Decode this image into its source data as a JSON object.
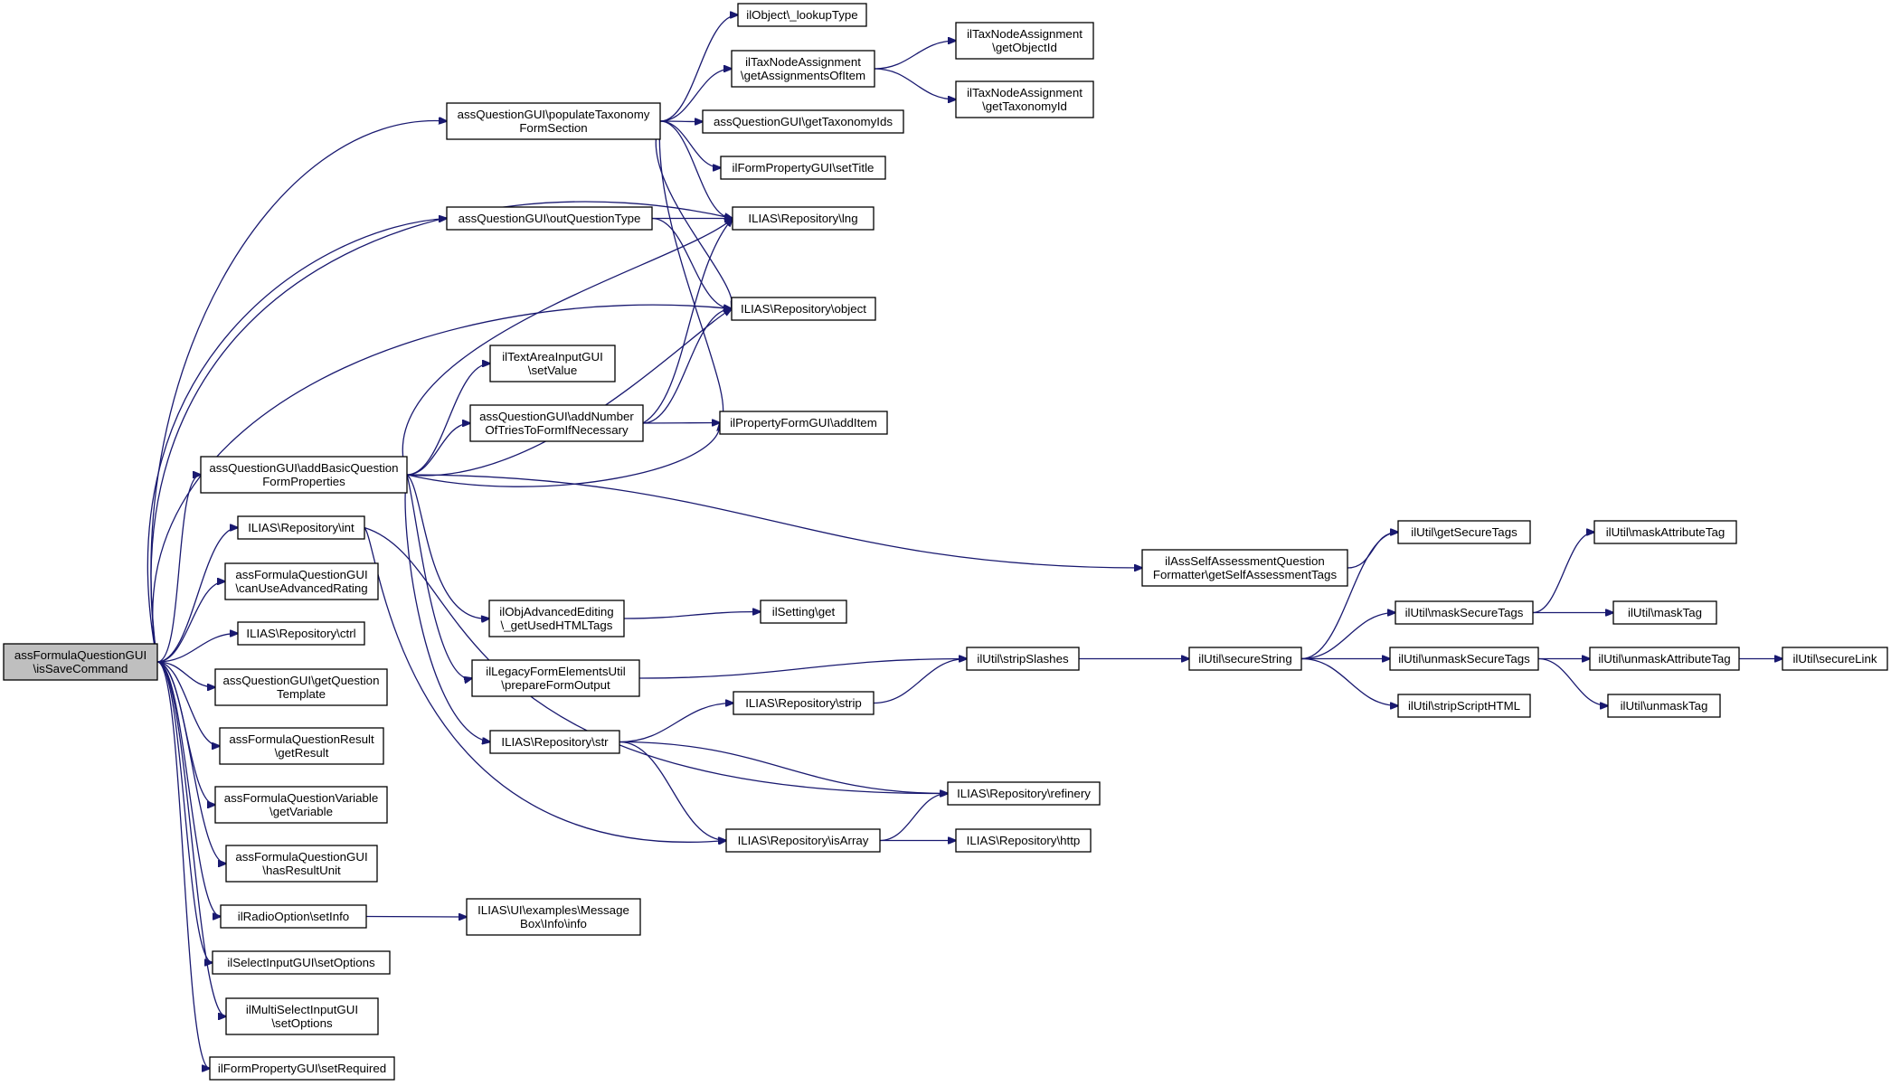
{
  "colors": {
    "edge": "#191970",
    "node_border": "#000000",
    "root_fill": "#bfbfbf",
    "node_fill": "#ffffff"
  },
  "nodes": [
    {
      "id": "root",
      "lines": [
        "assFormulaQuestionGUI",
        "\\isSaveCommand"
      ]
    },
    {
      "id": "populateTax",
      "lines": [
        "assQuestionGUI\\populateTaxonomy",
        "FormSection"
      ]
    },
    {
      "id": "outQType",
      "lines": [
        "assQuestionGUI\\outQuestionType"
      ]
    },
    {
      "id": "addBasic",
      "lines": [
        "assQuestionGUI\\addBasicQuestion",
        "FormProperties"
      ]
    },
    {
      "id": "intN",
      "lines": [
        "ILIAS\\Repository\\int"
      ]
    },
    {
      "id": "canUse",
      "lines": [
        "assFormulaQuestionGUI",
        "\\canUseAdvancedRating"
      ]
    },
    {
      "id": "ctrl",
      "lines": [
        "ILIAS\\Repository\\ctrl"
      ]
    },
    {
      "id": "getQT",
      "lines": [
        "assQuestionGUI\\getQuestion",
        "Template"
      ]
    },
    {
      "id": "getResult",
      "lines": [
        "assFormulaQuestionResult",
        "\\getResult"
      ]
    },
    {
      "id": "getVar",
      "lines": [
        "assFormulaQuestionVariable",
        "\\getVariable"
      ]
    },
    {
      "id": "hasRU",
      "lines": [
        "assFormulaQuestionGUI",
        "\\hasResultUnit"
      ]
    },
    {
      "id": "radioInfo",
      "lines": [
        "ilRadioOption\\setInfo"
      ]
    },
    {
      "id": "selOpt",
      "lines": [
        "ilSelectInputGUI\\setOptions"
      ]
    },
    {
      "id": "mselOpt",
      "lines": [
        "ilMultiSelectInputGUI",
        "\\setOptions"
      ]
    },
    {
      "id": "setReq",
      "lines": [
        "ilFormPropertyGUI\\setRequired"
      ]
    },
    {
      "id": "lookup",
      "lines": [
        "ilObject\\_lookupType"
      ]
    },
    {
      "id": "getAssign",
      "lines": [
        "ilTaxNodeAssignment",
        "\\getAssignmentsOfItem"
      ]
    },
    {
      "id": "getTaxIds",
      "lines": [
        "assQuestionGUI\\getTaxonomyIds"
      ]
    },
    {
      "id": "setTitle",
      "lines": [
        "ilFormPropertyGUI\\setTitle"
      ]
    },
    {
      "id": "lng",
      "lines": [
        "ILIAS\\Repository\\lng"
      ]
    },
    {
      "id": "object",
      "lines": [
        "ILIAS\\Repository\\object"
      ]
    },
    {
      "id": "taSet",
      "lines": [
        "ilTextAreaInputGUI",
        "\\setValue"
      ]
    },
    {
      "id": "addNum",
      "lines": [
        "assQuestionGUI\\addNumber",
        "OfTriesToFormIfNecessary"
      ]
    },
    {
      "id": "addItem",
      "lines": [
        "ilPropertyFormGUI\\addItem"
      ]
    },
    {
      "id": "getObjId",
      "lines": [
        "ilTaxNodeAssignment",
        "\\getObjectId"
      ]
    },
    {
      "id": "getTaxId",
      "lines": [
        "ilTaxNodeAssignment",
        "\\getTaxonomyId"
      ]
    },
    {
      "id": "selfAssess",
      "lines": [
        "ilAssSelfAssessmentQuestion",
        "Formatter\\getSelfAssessmentTags"
      ]
    },
    {
      "id": "objAdv",
      "lines": [
        "ilObjAdvancedEditing",
        "\\_getUsedHTMLTags"
      ]
    },
    {
      "id": "settingGet",
      "lines": [
        "ilSetting\\get"
      ]
    },
    {
      "id": "legacy",
      "lines": [
        "ilLegacyFormElementsUtil",
        "\\prepareFormOutput"
      ]
    },
    {
      "id": "strip",
      "lines": [
        "ILIAS\\Repository\\strip"
      ]
    },
    {
      "id": "str",
      "lines": [
        "ILIAS\\Repository\\str"
      ]
    },
    {
      "id": "stripSlashes",
      "lines": [
        "ilUtil\\stripSlashes"
      ]
    },
    {
      "id": "secureString",
      "lines": [
        "ilUtil\\secureString"
      ]
    },
    {
      "id": "refinery",
      "lines": [
        "ILIAS\\Repository\\refinery"
      ]
    },
    {
      "id": "isArray",
      "lines": [
        "ILIAS\\Repository\\isArray"
      ]
    },
    {
      "id": "http",
      "lines": [
        "ILIAS\\Repository\\http"
      ]
    },
    {
      "id": "msgInfo",
      "lines": [
        "ILIAS\\UI\\examples\\Message",
        "Box\\Info\\info"
      ]
    },
    {
      "id": "getSecTags",
      "lines": [
        "ilUtil\\getSecureTags"
      ]
    },
    {
      "id": "maskSecTags",
      "lines": [
        "ilUtil\\maskSecureTags"
      ]
    },
    {
      "id": "unmaskSecTags",
      "lines": [
        "ilUtil\\unmaskSecureTags"
      ]
    },
    {
      "id": "stripScript",
      "lines": [
        "ilUtil\\stripScriptHTML"
      ]
    },
    {
      "id": "maskAttr",
      "lines": [
        "ilUtil\\maskAttributeTag"
      ]
    },
    {
      "id": "maskTag",
      "lines": [
        "ilUtil\\maskTag"
      ]
    },
    {
      "id": "unmaskAttr",
      "lines": [
        "ilUtil\\unmaskAttributeTag"
      ]
    },
    {
      "id": "unmaskTag",
      "lines": [
        "ilUtil\\unmaskTag"
      ]
    },
    {
      "id": "secureLink",
      "lines": [
        "ilUtil\\secureLink"
      ]
    }
  ],
  "edges": [
    [
      "root",
      "populateTax"
    ],
    [
      "root",
      "outQType"
    ],
    [
      "root",
      "addBasic"
    ],
    [
      "root",
      "intN"
    ],
    [
      "root",
      "canUse"
    ],
    [
      "root",
      "ctrl"
    ],
    [
      "root",
      "getQT"
    ],
    [
      "root",
      "getResult"
    ],
    [
      "root",
      "getVar"
    ],
    [
      "root",
      "hasRU"
    ],
    [
      "root",
      "radioInfo"
    ],
    [
      "root",
      "selOpt"
    ],
    [
      "root",
      "mselOpt"
    ],
    [
      "root",
      "setReq"
    ],
    [
      "root",
      "lng"
    ],
    [
      "root",
      "object"
    ],
    [
      "populateTax",
      "lookup"
    ],
    [
      "populateTax",
      "getAssign"
    ],
    [
      "populateTax",
      "getTaxIds"
    ],
    [
      "populateTax",
      "setTitle"
    ],
    [
      "populateTax",
      "lng"
    ],
    [
      "populateTax",
      "object"
    ],
    [
      "populateTax",
      "addItem"
    ],
    [
      "getAssign",
      "getObjId"
    ],
    [
      "getAssign",
      "getTaxId"
    ],
    [
      "outQType",
      "lng"
    ],
    [
      "outQType",
      "object"
    ],
    [
      "addBasic",
      "lng"
    ],
    [
      "addBasic",
      "taSet"
    ],
    [
      "addBasic",
      "addNum"
    ],
    [
      "addBasic",
      "object"
    ],
    [
      "addBasic",
      "addItem"
    ],
    [
      "addBasic",
      "selfAssess"
    ],
    [
      "addBasic",
      "objAdv"
    ],
    [
      "addBasic",
      "legacy"
    ],
    [
      "addBasic",
      "str"
    ],
    [
      "addNum",
      "lng"
    ],
    [
      "addNum",
      "object"
    ],
    [
      "addNum",
      "addItem"
    ],
    [
      "intN",
      "refinery"
    ],
    [
      "intN",
      "isArray"
    ],
    [
      "objAdv",
      "settingGet"
    ],
    [
      "legacy",
      "stripSlashes"
    ],
    [
      "str",
      "strip"
    ],
    [
      "str",
      "refinery"
    ],
    [
      "str",
      "isArray"
    ],
    [
      "strip",
      "stripSlashes"
    ],
    [
      "isArray",
      "refinery"
    ],
    [
      "isArray",
      "http"
    ],
    [
      "radioInfo",
      "msgInfo"
    ],
    [
      "selfAssess",
      "getSecTags"
    ],
    [
      "stripSlashes",
      "secureString"
    ],
    [
      "secureString",
      "getSecTags"
    ],
    [
      "secureString",
      "maskSecTags"
    ],
    [
      "secureString",
      "unmaskSecTags"
    ],
    [
      "secureString",
      "stripScript"
    ],
    [
      "maskSecTags",
      "maskAttr"
    ],
    [
      "maskSecTags",
      "maskTag"
    ],
    [
      "unmaskSecTags",
      "unmaskAttr"
    ],
    [
      "unmaskSecTags",
      "unmaskTag"
    ],
    [
      "unmaskAttr",
      "secureLink"
    ]
  ]
}
